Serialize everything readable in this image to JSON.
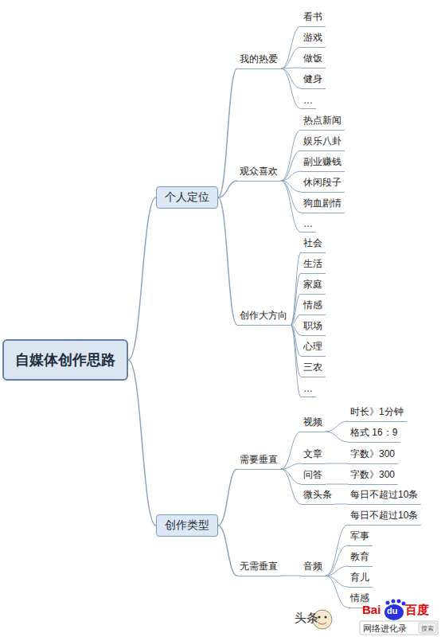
{
  "diagram": {
    "nodes": [
      {
        "text": [
          "自媒体创作思路"
        ]
      },
      {
        "text": [
          "个人定位"
        ]
      },
      {
        "text": [
          "我的热爱"
        ]
      },
      {
        "text": [
          "看书"
        ]
      },
      {
        "text": [
          "游戏"
        ]
      },
      {
        "text": [
          "做饭"
        ]
      },
      {
        "text": [
          "健身"
        ]
      },
      {
        "text": [
          "…"
        ]
      },
      {
        "text": [
          "观众喜欢"
        ]
      },
      {
        "text": [
          "热点新闻"
        ]
      },
      {
        "text": [
          "娱乐八卦"
        ]
      },
      {
        "text": [
          "副业赚钱"
        ]
      },
      {
        "text": [
          "休闲段子"
        ]
      },
      {
        "text": [
          "狗血剧情"
        ]
      },
      {
        "text": [
          "…"
        ]
      },
      {
        "text": [
          "创作大方向"
        ]
      },
      {
        "text": [
          "社会"
        ]
      },
      {
        "text": [
          "生活"
        ]
      },
      {
        "text": [
          "家庭"
        ]
      },
      {
        "text": [
          "情感"
        ]
      },
      {
        "text": [
          "职场"
        ]
      },
      {
        "text": [
          "心理"
        ]
      },
      {
        "text": [
          "三农"
        ]
      },
      {
        "text": [
          "…"
        ]
      },
      {
        "text": [
          "创作类型"
        ]
      },
      {
        "text": [
          "需要垂直"
        ]
      },
      {
        "text": [
          "视频"
        ]
      },
      {
        "text": [
          "时长》1分钟"
        ]
      },
      {
        "text": [
          "格式 16：9"
        ]
      },
      {
        "text": [
          "文章"
        ]
      },
      {
        "text": [
          "字数》300"
        ]
      },
      {
        "text": [
          "问答"
        ]
      },
      {
        "text": [
          "字数》300"
        ]
      },
      {
        "text": [
          "微头条"
        ]
      },
      {
        "text": [
          "每日不超过10条"
        ]
      },
      {
        "text": [
          "无需垂直"
        ]
      },
      {
        "text": [
          "音频"
        ]
      },
      {
        "text": [
          "每日不超过10条"
        ]
      },
      {
        "text": [
          "军事"
        ]
      },
      {
        "text": [
          "教育"
        ]
      },
      {
        "text": [
          "育儿"
        ]
      },
      {
        "text": [
          "情感"
        ]
      }
    ],
    "edges": [
      {
        "from": 0,
        "to": 1,
        "arrow": "none"
      },
      {
        "from": 1,
        "to": 2,
        "arrow": "none"
      },
      {
        "from": 2,
        "to": 3,
        "arrow": "none"
      },
      {
        "from": 2,
        "to": 4,
        "arrow": "none"
      },
      {
        "from": 2,
        "to": 5,
        "arrow": "none"
      },
      {
        "from": 2,
        "to": 6,
        "arrow": "none"
      },
      {
        "from": 2,
        "to": 7,
        "arrow": "none"
      },
      {
        "from": 1,
        "to": 8,
        "arrow": "none"
      },
      {
        "from": 8,
        "to": 9,
        "arrow": "none"
      },
      {
        "from": 8,
        "to": 10,
        "arrow": "none"
      },
      {
        "from": 8,
        "to": 11,
        "arrow": "none"
      },
      {
        "from": 8,
        "to": 12,
        "arrow": "none"
      },
      {
        "from": 8,
        "to": 13,
        "arrow": "none"
      },
      {
        "from": 8,
        "to": 14,
        "arrow": "none"
      },
      {
        "from": 1,
        "to": 15,
        "arrow": "none"
      },
      {
        "from": 15,
        "to": 16,
        "arrow": "none"
      },
      {
        "from": 15,
        "to": 17,
        "arrow": "none"
      },
      {
        "from": 15,
        "to": 18,
        "arrow": "none"
      },
      {
        "from": 15,
        "to": 19,
        "arrow": "none"
      },
      {
        "from": 15,
        "to": 20,
        "arrow": "none"
      },
      {
        "from": 15,
        "to": 21,
        "arrow": "none"
      },
      {
        "from": 15,
        "to": 22,
        "arrow": "none"
      },
      {
        "from": 15,
        "to": 23,
        "arrow": "none"
      },
      {
        "from": 0,
        "to": 24,
        "arrow": "none"
      },
      {
        "from": 24,
        "to": 25,
        "arrow": "none"
      },
      {
        "from": 25,
        "to": 26,
        "arrow": "none"
      },
      {
        "from": 26,
        "to": 27,
        "arrow": "none"
      },
      {
        "from": 26,
        "to": 28,
        "arrow": "none"
      },
      {
        "from": 25,
        "to": 29,
        "arrow": "none"
      },
      {
        "from": 29,
        "to": 30,
        "arrow": "none"
      },
      {
        "from": 25,
        "to": 31,
        "arrow": "none"
      },
      {
        "from": 31,
        "to": 32,
        "arrow": "none"
      },
      {
        "from": 25,
        "to": 33,
        "arrow": "none"
      },
      {
        "from": 33,
        "to": 34,
        "arrow": "none"
      },
      {
        "from": 24,
        "to": 35,
        "arrow": "none"
      },
      {
        "from": 35,
        "to": 36,
        "arrow": "none"
      },
      {
        "from": 36,
        "to": 37,
        "arrow": "none"
      },
      {
        "from": 36,
        "to": 38,
        "arrow": "none"
      },
      {
        "from": 36,
        "to": 39,
        "arrow": "none"
      },
      {
        "from": 36,
        "to": 40,
        "arrow": "none"
      },
      {
        "from": 36,
        "to": 41,
        "arrow": "none"
      }
    ],
    "labels": [
      "头条",
      "Bai",
      "du",
      "百度",
      "网络进化录",
      "搜索"
    ]
  }
}
